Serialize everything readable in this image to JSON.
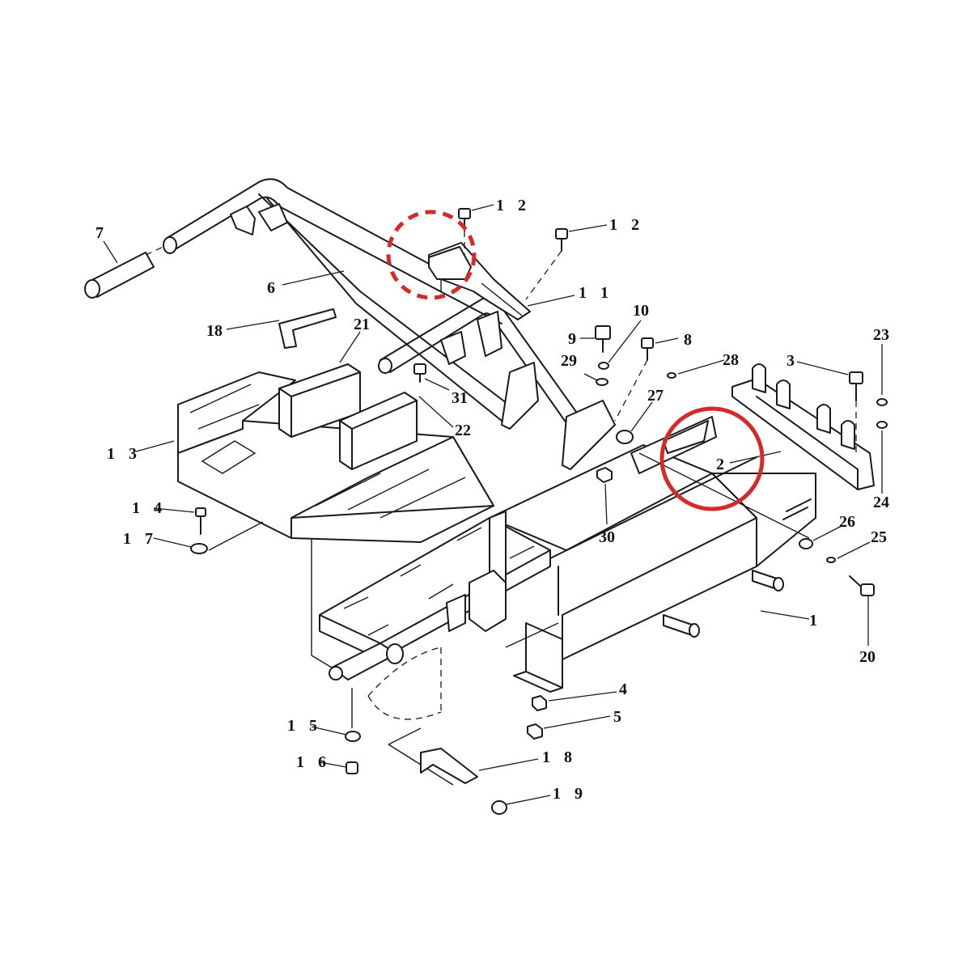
{
  "callouts": [
    {
      "id": "c1",
      "label": "1"
    },
    {
      "id": "c2",
      "label": "2"
    },
    {
      "id": "c3",
      "label": "3"
    },
    {
      "id": "c4",
      "label": "4"
    },
    {
      "id": "c5",
      "label": "5"
    },
    {
      "id": "c6",
      "label": "6"
    },
    {
      "id": "c7",
      "label": "7"
    },
    {
      "id": "c8",
      "label": "8"
    },
    {
      "id": "c9",
      "label": "9"
    },
    {
      "id": "c10",
      "label": "10"
    },
    {
      "id": "c11",
      "label": "1 1"
    },
    {
      "id": "c12a",
      "label": "1 2"
    },
    {
      "id": "c12b",
      "label": "1 2"
    },
    {
      "id": "c13",
      "label": "1 3"
    },
    {
      "id": "c14",
      "label": "1 4"
    },
    {
      "id": "c15",
      "label": "1 5"
    },
    {
      "id": "c16",
      "label": "1 6"
    },
    {
      "id": "c17",
      "label": "1 7"
    },
    {
      "id": "c18a",
      "label": "18"
    },
    {
      "id": "c18b",
      "label": "1 8"
    },
    {
      "id": "c19",
      "label": "1 9"
    },
    {
      "id": "c20",
      "label": "20"
    },
    {
      "id": "c21",
      "label": "21"
    },
    {
      "id": "c22",
      "label": "22"
    },
    {
      "id": "c23",
      "label": "23"
    },
    {
      "id": "c24",
      "label": "24"
    },
    {
      "id": "c25",
      "label": "25"
    },
    {
      "id": "c26",
      "label": "26"
    },
    {
      "id": "c27",
      "label": "27"
    },
    {
      "id": "c28",
      "label": "28"
    },
    {
      "id": "c29",
      "label": "29"
    },
    {
      "id": "c30",
      "label": "30"
    },
    {
      "id": "c31",
      "label": "31"
    }
  ],
  "highlights": [
    {
      "id": "dashed-circle",
      "style": "dashed",
      "color": "#d42a2a",
      "marks_part": "1 2"
    },
    {
      "id": "solid-circle",
      "style": "solid",
      "color": "#d42a2a",
      "marks_part": "2"
    }
  ]
}
